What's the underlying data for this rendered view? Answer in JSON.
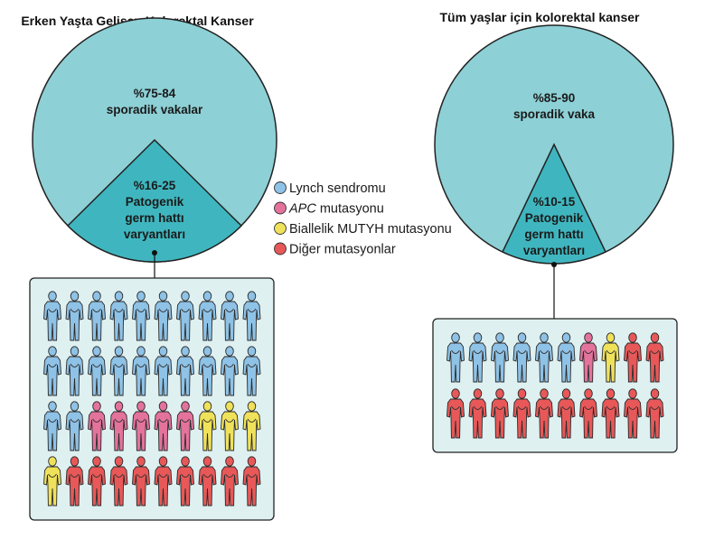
{
  "left": {
    "title": "Erken Yaşta Gelişen Kolorektal Kanser",
    "sporadic": [
      "%75-84",
      "sporadik vakalar"
    ],
    "germline": [
      "%16-25",
      "Patogenik",
      "germ hattı",
      "varyantları"
    ],
    "people_rows": [
      [
        "lynch",
        "lynch",
        "lynch",
        "lynch",
        "lynch",
        "lynch",
        "lynch",
        "lynch",
        "lynch",
        "lynch"
      ],
      [
        "lynch",
        "lynch",
        "lynch",
        "lynch",
        "lynch",
        "lynch",
        "lynch",
        "lynch",
        "lynch",
        "lynch"
      ],
      [
        "lynch",
        "lynch",
        "apc",
        "apc",
        "apc",
        "apc",
        "apc",
        "mutyh",
        "mutyh",
        "mutyh"
      ],
      [
        "mutyh",
        "other",
        "other",
        "other",
        "other",
        "other",
        "other",
        "other",
        "other",
        "other"
      ]
    ]
  },
  "right": {
    "title": "Tüm yaşlar için kolorektal kanser",
    "sporadic": [
      "%85-90",
      "sporadik vaka"
    ],
    "germline": [
      "%10-15",
      "Patogenik",
      "germ hattı",
      "varyantları"
    ],
    "people_rows": [
      [
        "lynch",
        "lynch",
        "lynch",
        "lynch",
        "lynch",
        "lynch",
        "apc",
        "mutyh",
        "other",
        "other"
      ],
      [
        "other",
        "other",
        "other",
        "other",
        "other",
        "other",
        "other",
        "other",
        "other",
        "other"
      ]
    ]
  },
  "legend": [
    {
      "key": "lynch",
      "italic": "",
      "text": "Lynch sendromu"
    },
    {
      "key": "apc",
      "italic": "APC",
      "text": " mutasyonu"
    },
    {
      "key": "mutyh",
      "italic": "",
      "text": "Biallelik MUTYH mutasyonu"
    },
    {
      "key": "other",
      "italic": "",
      "text": "Diğer mutasyonlar"
    }
  ],
  "colors": {
    "pie": "#8dd0d6",
    "wedge": "#3fb6bf",
    "box": "#dff0f1",
    "lynch": "#8ec2e6",
    "apc": "#e4739c",
    "mutyh": "#efe15a",
    "other": "#e85858"
  },
  "icons": {
    "person": "person-figure-icon"
  }
}
